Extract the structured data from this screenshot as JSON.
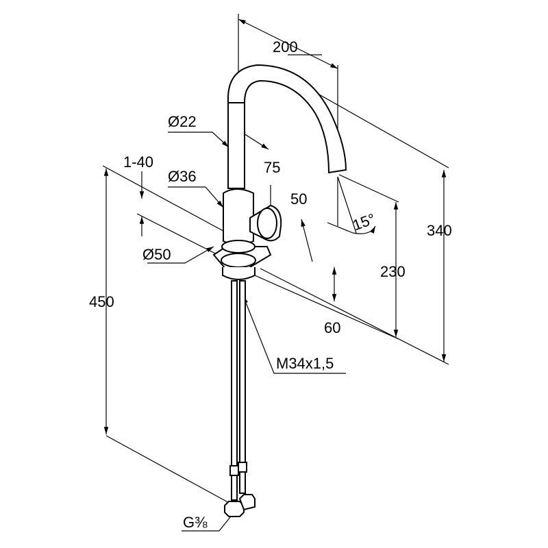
{
  "dimensions": {
    "width_200": "200",
    "spout_dia": "Ø22",
    "offset_75": "75",
    "thickness": "1-40",
    "body_dia": "Ø36",
    "lever_50": "50",
    "angle": "15°",
    "height_340": "340",
    "height_230": "230",
    "base_dia": "Ø50",
    "length_450": "450",
    "height_60": "60",
    "thread": "M34x1,5",
    "connection": "G⅜"
  }
}
